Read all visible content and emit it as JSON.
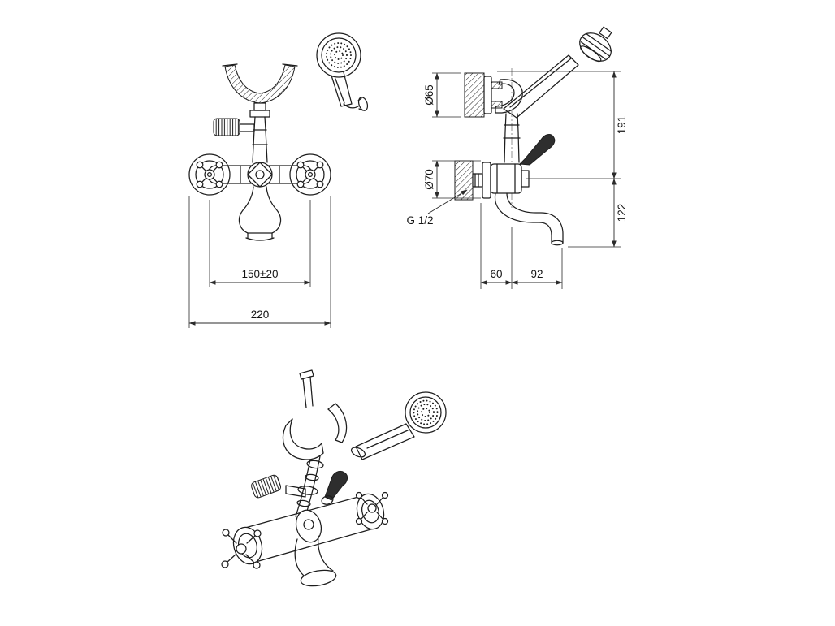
{
  "drawing": {
    "labels": {
      "dia65": "Ø65",
      "dia70": "Ø70",
      "height_upper": "191",
      "height_lower": "122",
      "wall_to_axis": "60",
      "spout_reach": "92",
      "handle_spacing": "150±20",
      "overall_width": "220",
      "thread": "G 1/2"
    },
    "colors": {
      "line": "#1d1d1d",
      "background": "#ffffff"
    }
  }
}
